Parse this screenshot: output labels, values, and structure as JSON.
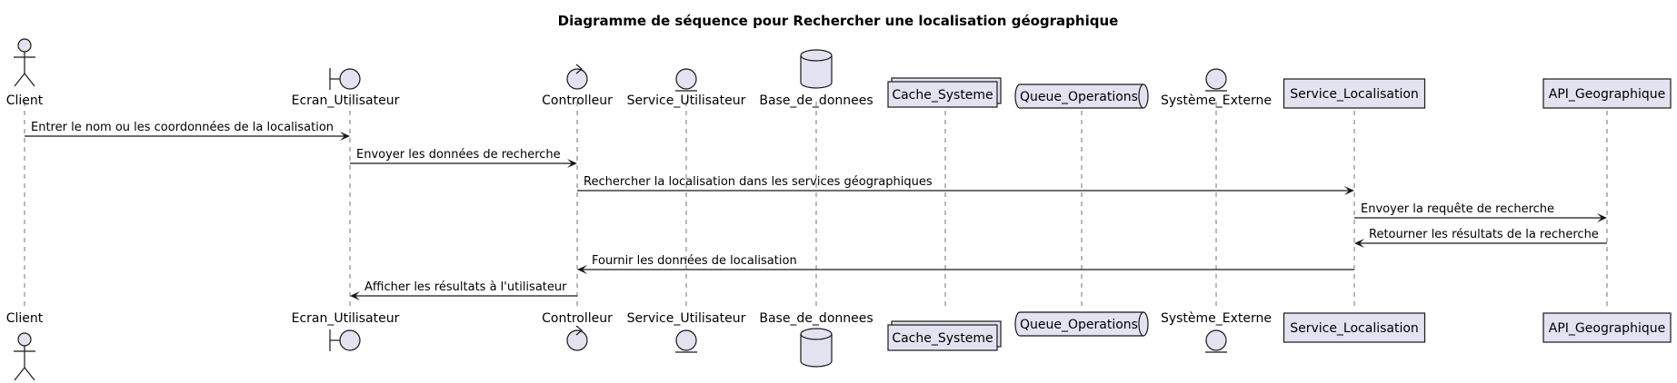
{
  "diagram": {
    "title": "Diagramme de séquence pour Rechercher une localisation géographique",
    "colors": {
      "fill": "#E2E2F0",
      "stroke": "#181818"
    },
    "participants": [
      {
        "id": "client",
        "name": "Client",
        "kind": "actor"
      },
      {
        "id": "ecran",
        "name": "Ecran_Utilisateur",
        "kind": "boundary"
      },
      {
        "id": "controlleur",
        "name": "Controlleur",
        "kind": "control"
      },
      {
        "id": "service_utilisateur",
        "name": "Service_Utilisateur",
        "kind": "entity"
      },
      {
        "id": "base",
        "name": "Base_de_donnees",
        "kind": "database"
      },
      {
        "id": "cache",
        "name": "Cache_Systeme",
        "kind": "collections"
      },
      {
        "id": "queue",
        "name": "Queue_Operations",
        "kind": "queue"
      },
      {
        "id": "externe",
        "name": "Système_Externe",
        "kind": "entity"
      },
      {
        "id": "service_localisation",
        "name": "Service_Localisation",
        "kind": "participant"
      },
      {
        "id": "api",
        "name": "API_Geographique",
        "kind": "participant"
      }
    ],
    "messages": [
      {
        "from": "client",
        "to": "ecran",
        "text": "Entrer le nom ou les coordonnées de la localisation"
      },
      {
        "from": "ecran",
        "to": "controlleur",
        "text": "Envoyer les données de recherche"
      },
      {
        "from": "controlleur",
        "to": "service_localisation",
        "text": "Rechercher la localisation dans les services géographiques"
      },
      {
        "from": "service_localisation",
        "to": "api",
        "text": "Envoyer la requête de recherche"
      },
      {
        "from": "api",
        "to": "service_localisation",
        "text": "Retourner les résultats de la recherche"
      },
      {
        "from": "service_localisation",
        "to": "controlleur",
        "text": "Fournir les données de localisation"
      },
      {
        "from": "controlleur",
        "to": "ecran",
        "text": "Afficher les résultats à l'utilisateur"
      }
    ]
  }
}
